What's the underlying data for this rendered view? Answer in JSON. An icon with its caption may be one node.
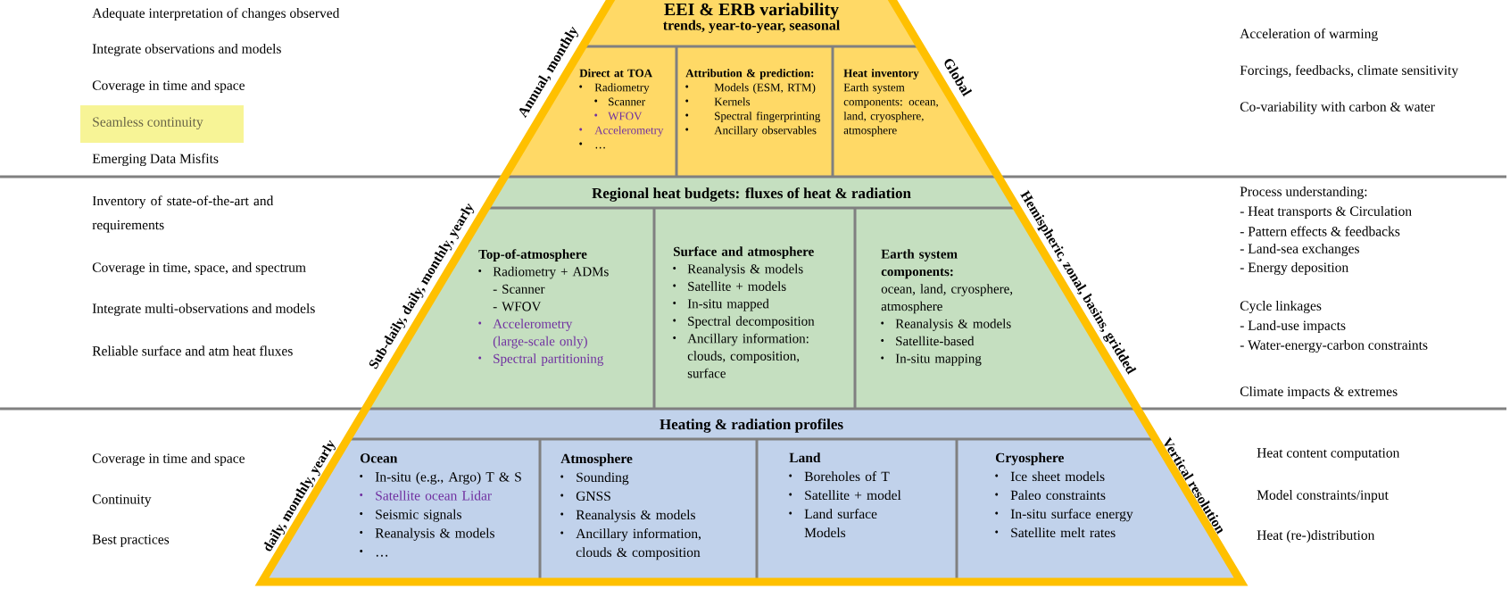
{
  "diagram": {
    "nodes": [
      {
        "text": [
          "EEI & ERB variability",
          "trends, year-to-year, seasonal"
        ],
        "beside": [
          "Annual, monthly",
          "Global"
        ]
      },
      {
        "text": [
          "Direct at TOA",
          "Radiometry",
          "Scanner",
          "WFOV",
          "Accelerometry",
          "…"
        ],
        "in": 0
      },
      {
        "text": [
          "Attribution & prediction:",
          "Models (ESM, RTM)",
          "Kernels",
          "Spectral fingerprinting",
          "Ancillary observables"
        ],
        "in": 0
      },
      {
        "text": [
          "Heat inventory",
          "Earth system components: ocean, land, cryosphere, atmosphere"
        ],
        "in": 0
      },
      {
        "text": [
          "Regional heat budgets: fluxes of heat & radiation"
        ],
        "beside": [
          "Sub-daily, daily, monthly, yearly",
          "Hemispheric, zonal, basins, gridded"
        ]
      },
      {
        "text": [
          "Top-of-atmosphere",
          "Radiometry + ADMs",
          "- Scanner",
          "- WFOV",
          "Accelerometry (large-scale only)",
          "Spectral partitioning"
        ],
        "in": 4
      },
      {
        "text": [
          "Surface and atmosphere",
          "Reanalysis & models",
          "Satellite + models",
          "In-situ mapped",
          "Spectral decomposition",
          "Ancillary information: clouds, composition, surface"
        ],
        "in": 4
      },
      {
        "text": [
          "Earth system components:",
          "ocean, land, cryosphere, atmosphere",
          "Reanalysis & models",
          "Satellite-based",
          "In-situ mapping"
        ],
        "in": 4
      },
      {
        "text": [
          "Heating & radiation profiles"
        ],
        "beside": [
          "daily, monthly, yearly",
          "Vertical resolution"
        ]
      },
      {
        "text": [
          "Ocean",
          "In-situ (e.g., Argo) T & S",
          "Satellite ocean Lidar",
          "Seismic signals",
          "Reanalysis & models",
          "…"
        ],
        "in": 8
      },
      {
        "text": [
          "Atmosphere",
          "Sounding",
          "GNSS",
          "Reanalysis & models",
          "Ancillary information, clouds & composition"
        ],
        "in": 8
      },
      {
        "text": [
          "Land",
          "Boreholes of T",
          "Satellite + model",
          "Land surface Models"
        ],
        "in": 8
      },
      {
        "text": [
          "Cryosphere",
          "Ice sheet models",
          "Paleo constraints",
          "In-situ surface energy",
          "Satellite melt rates"
        ],
        "in": 8
      }
    ],
    "labels": [
      "Adequate interpretation of changes observed",
      "Integrate observations and models",
      "Coverage in time and space",
      "Seamless continuity",
      "Emerging Data Misfits",
      "Acceleration of warming",
      "Forcings, feedbacks, climate sensitivity",
      "Co-variability with carbon & water",
      "Inventory of state-of-the-art and requirements",
      "Coverage in time, space, and spectrum",
      "Integrate multi-observations and models",
      "Reliable surface and atm heat fluxes",
      "Process understanding:",
      "- Heat transports & Circulation",
      "- Pattern effects & feedbacks",
      "- Land-sea exchanges",
      "- Energy deposition",
      "Cycle linkages",
      "- Land-use impacts",
      "- Water-energy-carbon constraints",
      "Climate impacts & extremes",
      "Coverage in time and space",
      "Continuity",
      "Best practices",
      "Heat content computation",
      "Model constraints/input",
      "Heat (re-)distribution"
    ]
  }
}
